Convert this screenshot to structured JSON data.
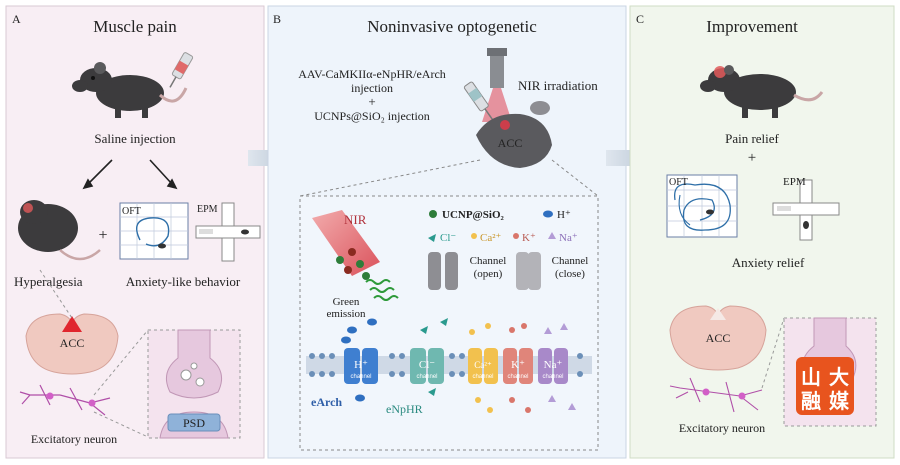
{
  "panels": {
    "a": {
      "letter": "A",
      "title": "Muscle pain",
      "saline": "Saline injection",
      "plus": "+",
      "oft": "OFT",
      "epm": "EPM",
      "hyperalgesia": "Hyperalgesia",
      "anxiety": "Anxiety-like behavior",
      "acc": "ACC",
      "psd": "PSD",
      "neuron": "Excitatory neuron"
    },
    "b": {
      "letter": "B",
      "title": "Noninvasive optogenetic",
      "inj1": "AAV-CaMKIIα-eNpHR/eArch",
      "inj2": "injection",
      "plus": "+",
      "inj3": "UCNPs@SiO₂ injection",
      "nir_irr": "NIR irradiation",
      "acc": "ACC",
      "nir": "NIR",
      "green1": "Green",
      "green2": "emission",
      "legend": {
        "ucnp": "UCNP@SiO₂",
        "h": "H⁺",
        "cl": "Cl⁻",
        "ca": "Ca²⁺",
        "k": "K⁺",
        "na": "Na⁺",
        "open1": "Channel",
        "open2": "(open)",
        "close1": "Channel",
        "close2": "(close)"
      },
      "ch_h": "H⁺",
      "ch_cl": "Cl⁻",
      "ch_ca": "Ca²⁺",
      "ch_k": "K⁺",
      "ch_na": "Na⁺",
      "channel_word": "channel",
      "earch": "eArch",
      "enphr": "eNpHR"
    },
    "c": {
      "letter": "C",
      "title": "Improvement",
      "pain_relief": "Pain relief",
      "plus": "+",
      "oft": "OFT",
      "epm": "EPM",
      "anxiety_relief": "Anxiety relief",
      "acc": "ACC",
      "neuron": "Excitatory neuron"
    }
  },
  "watermark": [
    "山",
    "大",
    "融",
    "媒"
  ],
  "colors": {
    "panel_a_bg": "#f8eef4",
    "panel_b_bg": "#eef4fb",
    "panel_c_bg": "#f1f6ed",
    "h_channel": "#3f7fd0",
    "cl_channel": "#6fb8b0",
    "ca_channel": "#f2c14e",
    "k_channel": "#e0857a",
    "na_channel": "#a889c9",
    "watermark": "#e8541e"
  }
}
